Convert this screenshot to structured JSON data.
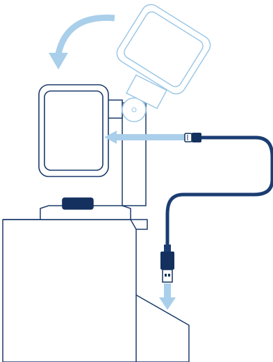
{
  "diagram": {
    "kind": "webcam-installation-illustration",
    "steps": [
      "rotate-camera-down",
      "connect-cable-to-camera",
      "plug-usb-into-computer"
    ],
    "colors": {
      "outline": "#1a3a6b",
      "cable": "#1b3d72",
      "connector_dark": "#13305e",
      "ghost_outline": "#9cc7e6",
      "arrow": "#a9cfea",
      "background": "#ffffff"
    }
  }
}
